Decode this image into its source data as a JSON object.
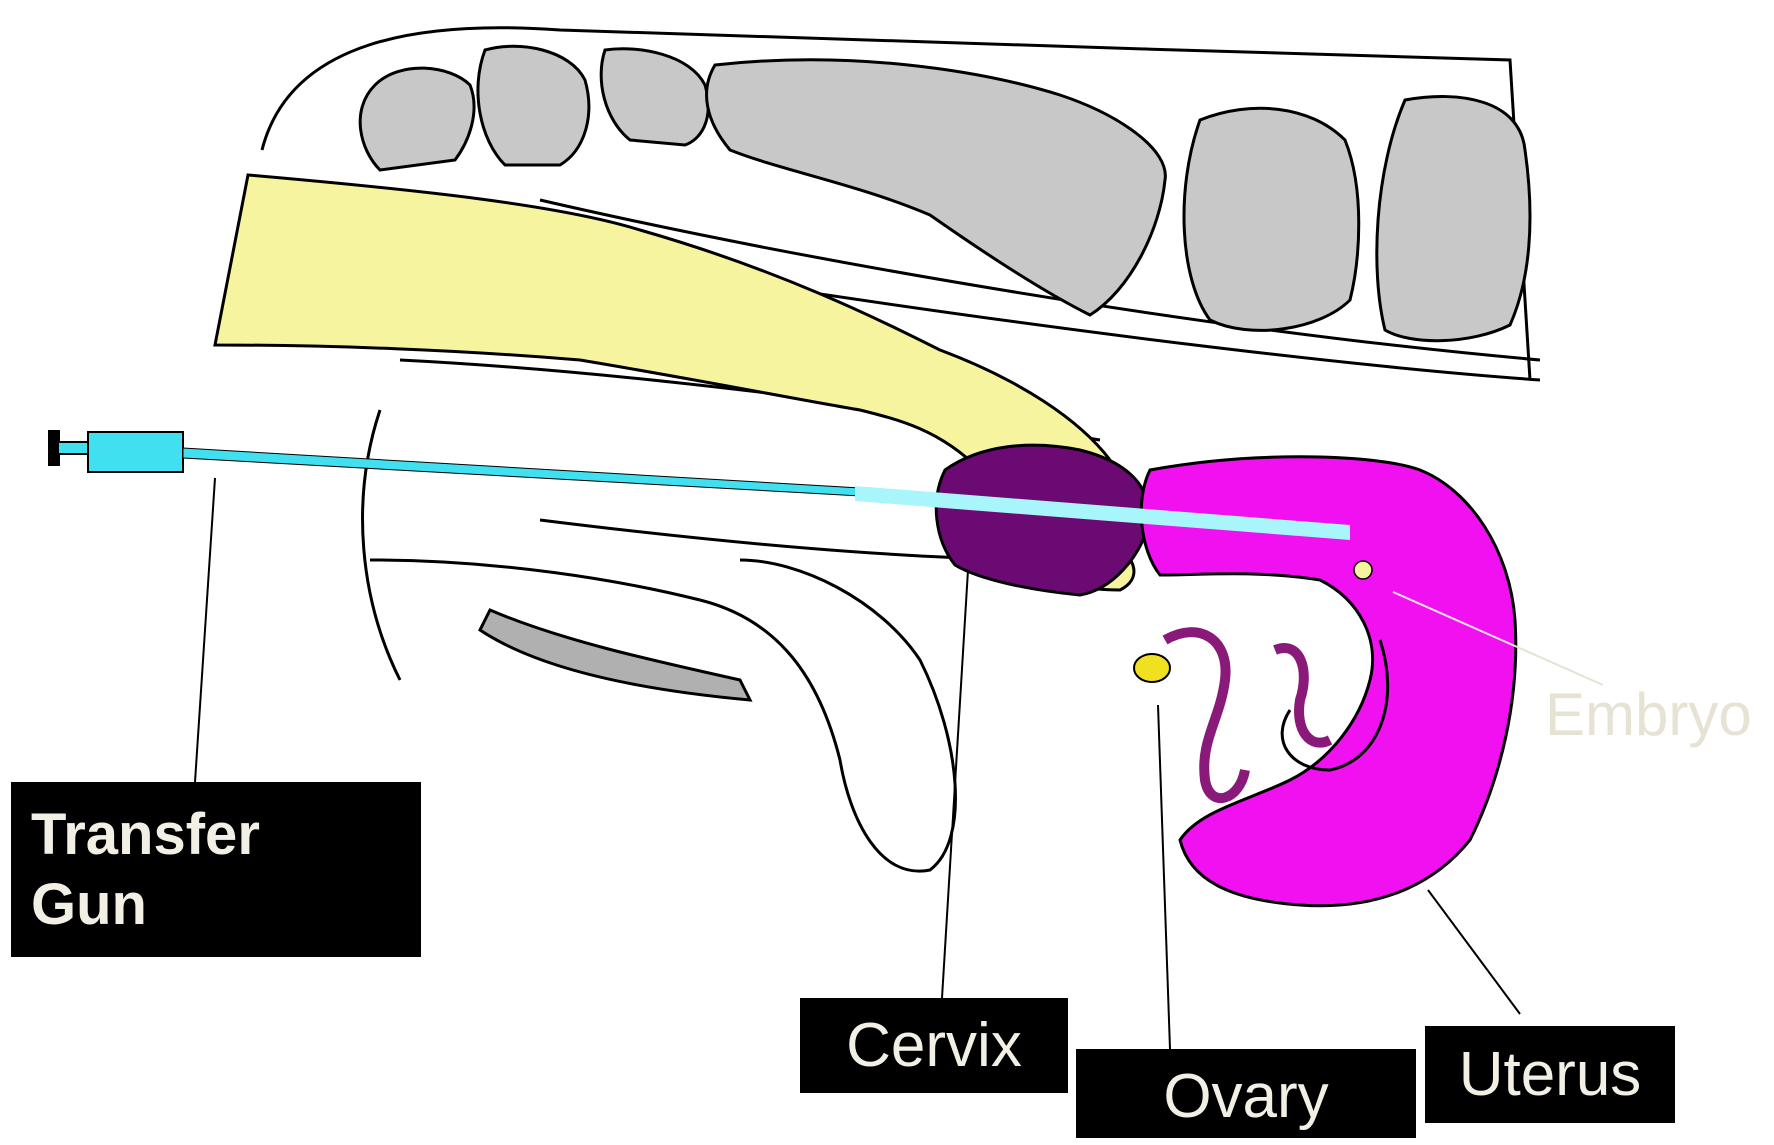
{
  "labels": {
    "transfer_gun_line1": "Transfer",
    "transfer_gun_line2": "Gun",
    "cervix": "Cervix",
    "ovary": "Ovary",
    "uterus": "Uterus",
    "embryo": "Embryo"
  },
  "colors": {
    "arm": "#f7f4a0",
    "bone": "#c8c8c8",
    "uterus": "#f010f0",
    "cervix": "#6a0a72",
    "ovary_tube": "#8a1a7a",
    "ovary": "#f0e020",
    "transfer_gun": "#40e0f0",
    "label_box": "#000000",
    "label_text": "#f2efe4",
    "embryo_text": "#e6e3d4"
  }
}
